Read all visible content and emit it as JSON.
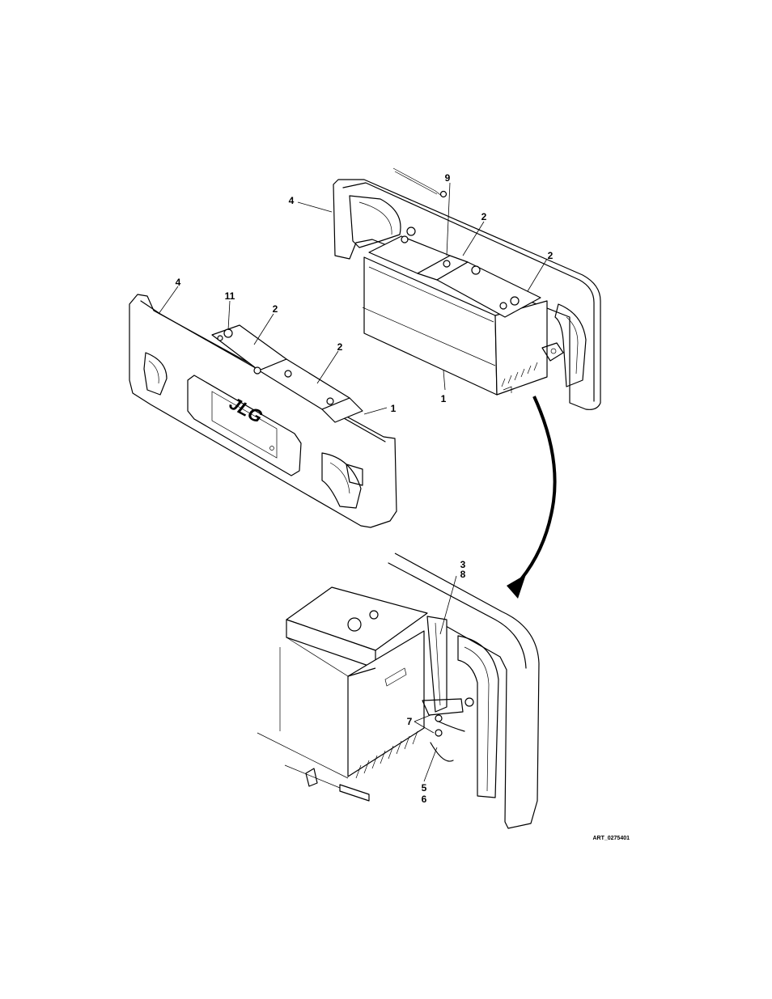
{
  "figure": {
    "art_id": "ART_0275401",
    "callouts": {
      "c1": "1",
      "c2": "2",
      "c3": "3",
      "c4": "4",
      "c5": "5",
      "c6": "6",
      "c7": "7",
      "c8": "8",
      "c9": "9",
      "c11": "11"
    },
    "logo_text": "JLG"
  }
}
